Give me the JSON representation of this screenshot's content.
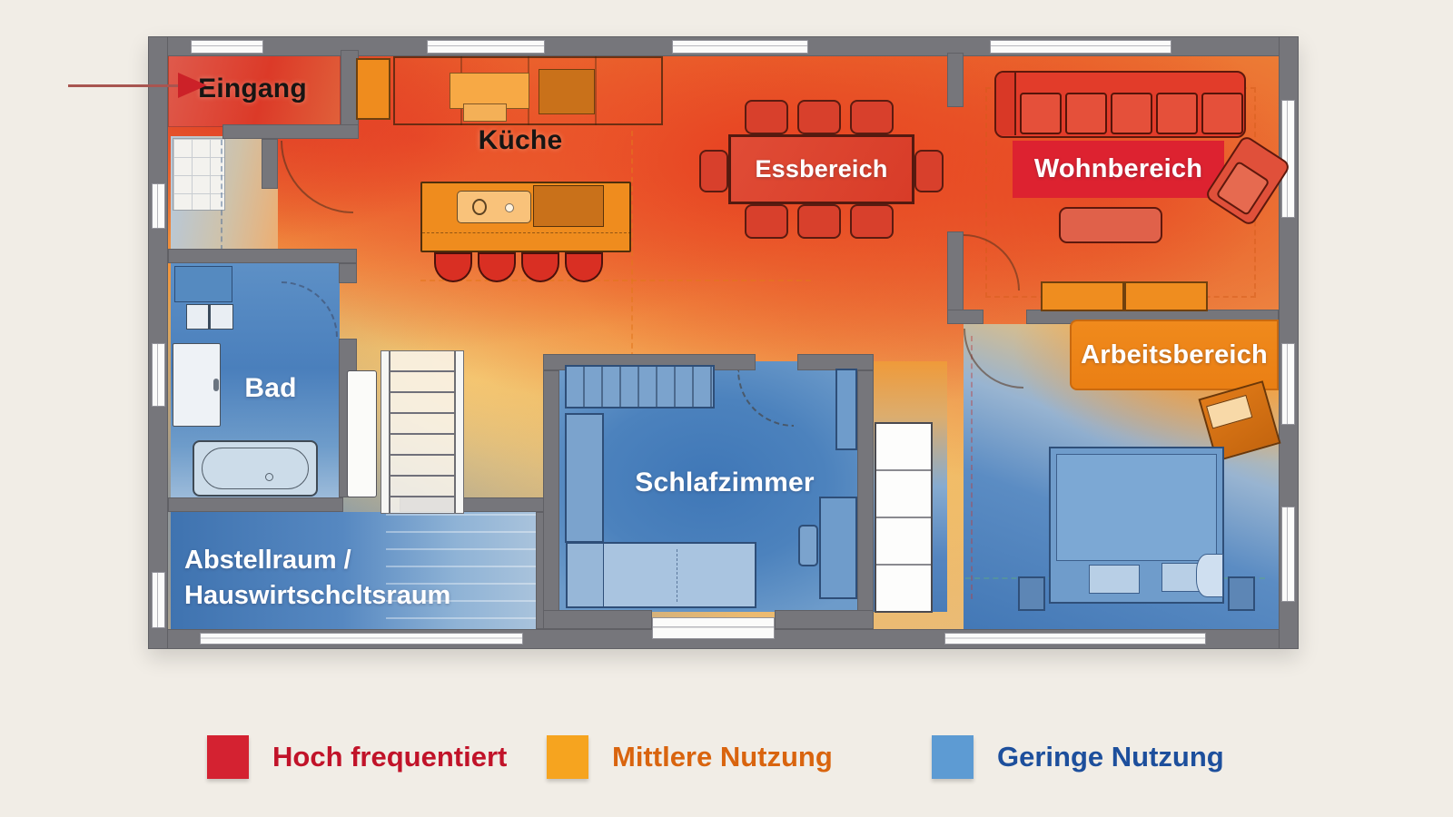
{
  "plan": {
    "rooms": {
      "eingang": {
        "label": "Eingang",
        "heat": "high"
      },
      "kueche": {
        "label": "Küche",
        "heat": "medium"
      },
      "essbereich": {
        "label": "Essbereich",
        "heat": "high"
      },
      "wohnbereich": {
        "label": "Wohnbereich",
        "heat": "high"
      },
      "arbeitsbereich": {
        "label": "Arbeitsbereich",
        "heat": "medium"
      },
      "bad": {
        "label": "Bad",
        "heat": "low"
      },
      "schlafzimmer": {
        "label": "Schlafzimmer",
        "heat": "low"
      },
      "abstellraum": {
        "label_line1": "Abstellraum /",
        "label_line2": "Hauswirtschcltsraum",
        "heat": "low"
      }
    },
    "entrance_arrow": {
      "direction": "right",
      "color": "#cc2128"
    }
  },
  "legend": {
    "items": [
      {
        "label": "Hoch frequentiert",
        "swatch_color": "#d42231",
        "text_color": "#c11329"
      },
      {
        "label": "Mittlere Nutzung",
        "swatch_color": "#f6a41f",
        "text_color": "#d9640e"
      },
      {
        "label": "Geringe Nutzung",
        "swatch_color": "#5d9bd3",
        "text_color": "#1d4f9c"
      }
    ]
  },
  "heat_colors": {
    "high": "#e03a26",
    "medium": "#f0941f",
    "low": "#4f86c1"
  }
}
